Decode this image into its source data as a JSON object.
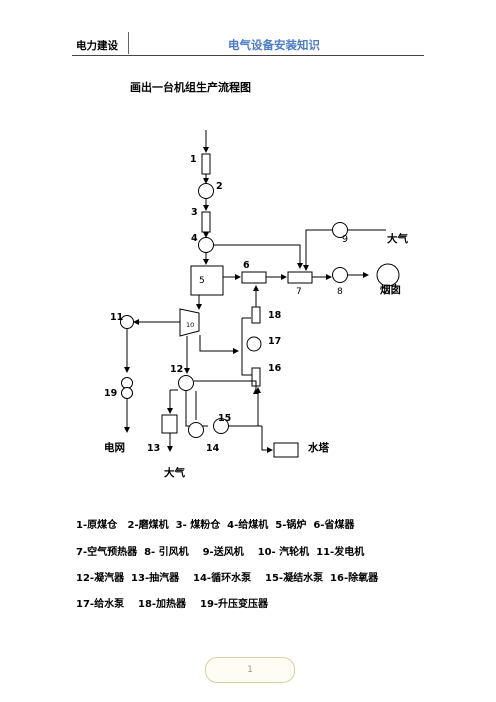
{
  "header": {
    "left": "电力建设",
    "center": "电气设备安装知识"
  },
  "title": "画出一台机组生产流程图",
  "diagram": {
    "numbers": {
      "n1": "1",
      "n2": "2",
      "n3": "3",
      "n4": "4",
      "n5": "5",
      "n6": "6",
      "n7": "7",
      "n8": "8",
      "n9": "9",
      "n10": "10",
      "n11": "11",
      "n12": "12",
      "n13": "13",
      "n14": "14",
      "n15": "15",
      "n16": "16",
      "n17": "17",
      "n18": "18",
      "n19": "19"
    },
    "labels": {
      "atm_top": "大气",
      "flue": "烟囱",
      "grid": "电网",
      "tower": "水塔",
      "atm_bottom": "大气"
    }
  },
  "legend": [
    "1-原煤仓   2-磨煤机  3- 煤粉仓  4-给煤机  5-锅炉  6-省煤器",
    "7-空气预热器  8- 引风机    9-送风机    10- 汽轮机  11-发电机",
    "12-凝汽器  13-抽汽器    14-循环水泵    15-凝结水泵  16-除氧器",
    "17-给水泵    18-加热器    19-升压变压器"
  ],
  "page_number": "1"
}
